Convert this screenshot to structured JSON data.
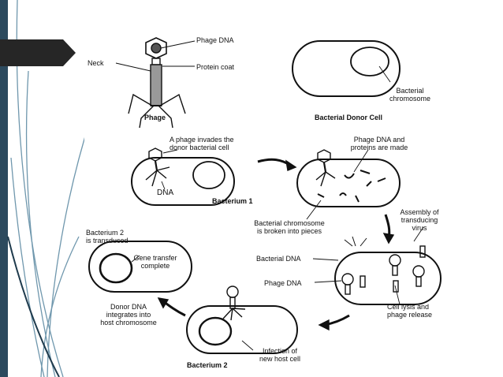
{
  "slide": {
    "accent_color": "#2c4a5e",
    "tab_color": "#262626",
    "deco_line_color": "#6f97ad"
  },
  "diagram": {
    "labels": {
      "phage_dna": "Phage DNA",
      "neck": "Neck",
      "protein_coat": "Protein coat",
      "phage": "Phage",
      "bacterial_chromosome": "Bacterial\nchromosome",
      "donor_cell": "Bacterial Donor Cell",
      "invades": "A phage invades the\ndonor bacterial cell",
      "phage_dna_proteins": "Phage DNA and\nproteins are made",
      "dna": "DNA",
      "bacterium1": "Bacterium 1",
      "chromosome_broken": "Bacterial chromosome\nis broken into pieces",
      "assembly": "Assembly of\ntransducing\nvirus",
      "bacterium2_transduced": "Bacterium 2\nis transduced",
      "gene_transfer": "Gene transfer\ncomplete",
      "bacterial_dna": "Bacterial DNA",
      "phage_dna2": "Phage DNA",
      "donor_dna": "Donor DNA\nintegrates into\nhost chromosome",
      "cell_lysis": "Cell lysis and\nphage release",
      "infection": "Infection of\nnew host cell",
      "bacterium2": "Bacterium 2"
    }
  }
}
